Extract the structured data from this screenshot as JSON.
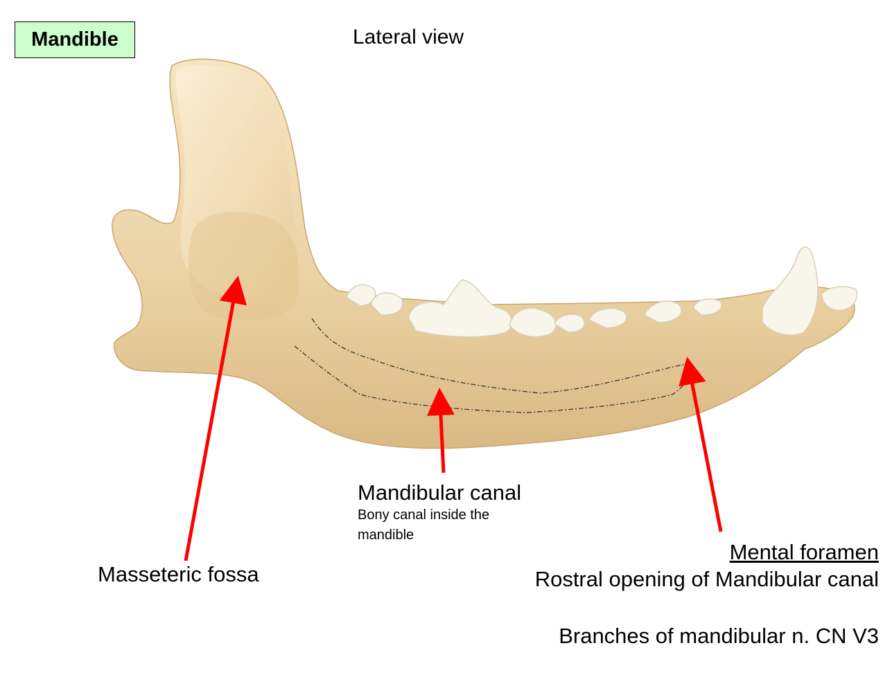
{
  "title": "Mandible",
  "view": "Lateral view",
  "labels": {
    "masseteric_fossa": "Masseteric fossa",
    "mandibular_canal": {
      "name": "Mandibular canal",
      "desc_line1": "Bony canal inside the",
      "desc_line2": "mandible"
    },
    "mental_foramen": {
      "name": "Mental foramen",
      "desc": "Rostral opening of Mandibular canal"
    },
    "branches": "Branches of mandibular n. CN V3"
  },
  "colors": {
    "title_box_bg": "#ccffcc",
    "arrow": "#ff0000",
    "bone": "#ecd3a6",
    "tooth": "#f8f5ea"
  }
}
